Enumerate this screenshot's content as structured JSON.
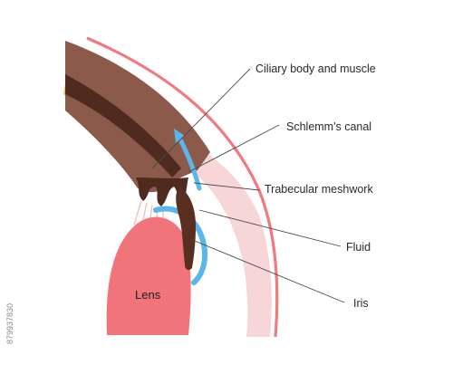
{
  "diagram": {
    "labels": {
      "ciliary": "Ciliary body and muscle",
      "schlemm": "Schlemm's canal",
      "trabecular": "Trabecular meshwork",
      "fluid": "Fluid",
      "iris": "Iris",
      "lens": "Lens"
    },
    "watermark": "879937830"
  },
  "colors": {
    "sclera_outline": "#f07a7e",
    "cornea": "#f7d6d8",
    "ciliary_body": "#8b5a4a",
    "ciliary_dark": "#4e2a1f",
    "iris": "#5a2e20",
    "lens": "#f1747a",
    "fluid_arrow": "#5bb6ea",
    "fat_layer": "#f6c74a"
  }
}
